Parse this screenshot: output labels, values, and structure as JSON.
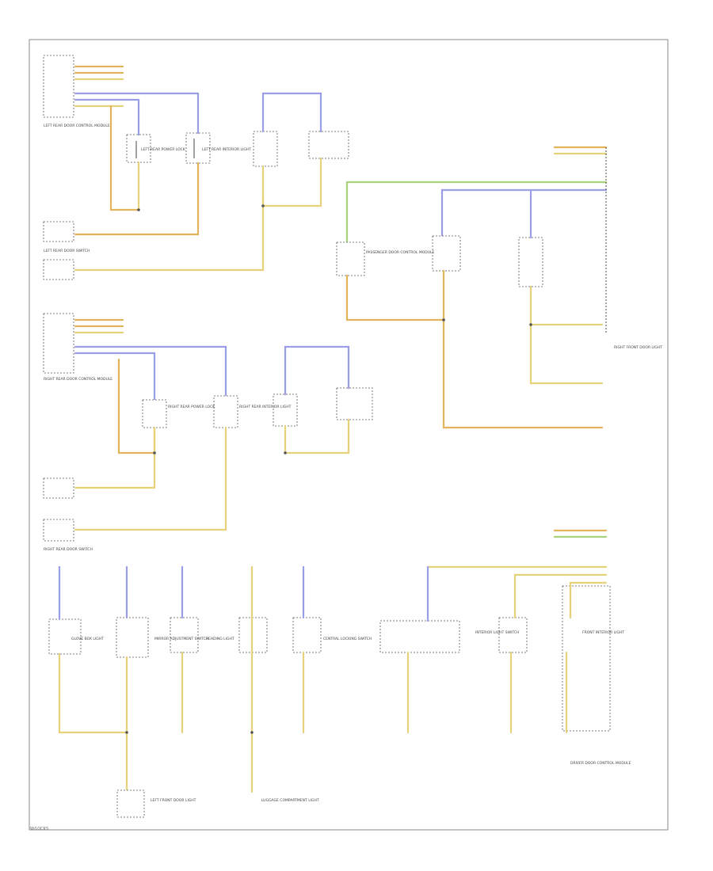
{
  "colors": {
    "yellow_wire": "#e7d27a",
    "blue_wire": "#9a9ee8",
    "orange_wire": "#e3b45c",
    "green_wire": "#a9d27c",
    "frame": "#8a8a8a"
  },
  "diagram": {
    "labels": {
      "a": "LEFT REAR POWER LOCK",
      "b": "RIGHT REAR POWER LOCK",
      "c": "LEFT REAR INTERIOR LIGHT",
      "d": "RIGHT REAR INTERIOR LIGHT",
      "e": "LEFT REAR DOOR CONTROL MODULE",
      "f": "RIGHT REAR DOOR CONTROL MODULE",
      "g": "LEFT REAR DOOR SWITCH",
      "h": "RIGHT REAR DOOR SWITCH",
      "i": "PASSENGER DOOR CONTROL MODULE",
      "j": "RIGHT FRONT DOOR LIGHT",
      "k": "LEFT FRONT DOOR LIGHT",
      "l": "GLOVE BOX LIGHT",
      "m": "LUGGAGE COMPARTMENT LIGHT",
      "n": "CENTRAL LOCKING SWITCH",
      "o": "INTERIOR LIGHT SWITCH",
      "p": "FRONT INTERIOR LIGHT",
      "q": "DRIVER DOOR CONTROL MODULE",
      "r": "MIRROR ADJUSTMENT SWITCH",
      "s": "READING LIGHT"
    },
    "footer": "W/LOCKS"
  }
}
